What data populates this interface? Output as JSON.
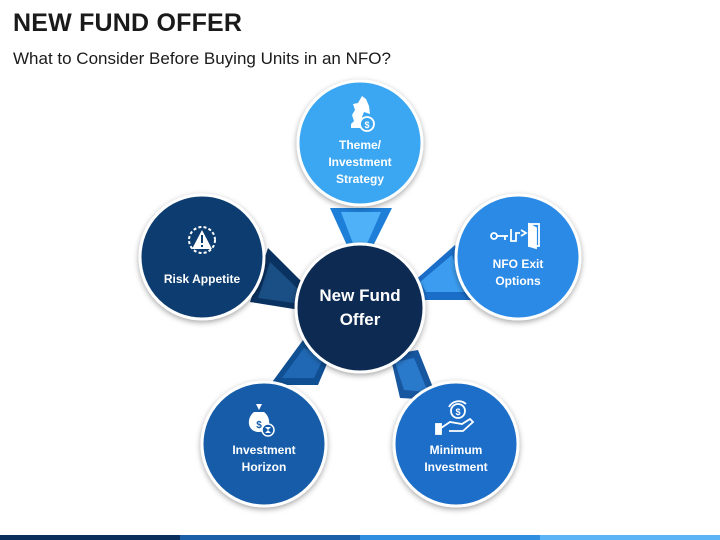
{
  "title": "NEW FUND OFFER",
  "subtitle": "What to Consider Before Buying Units in an NFO?",
  "center": {
    "line1": "New Fund",
    "line2": "Offer"
  },
  "nodes": {
    "theme": {
      "lines": [
        "Theme/",
        "Investment",
        "Strategy"
      ],
      "icon": "chess-knight-coin-icon",
      "color": "#3aa6f2"
    },
    "exit": {
      "lines": [
        "NFO Exit",
        "Options"
      ],
      "icon": "key-door-exit-icon",
      "color": "#2a8ae6"
    },
    "minimum": {
      "lines": [
        "Minimum",
        "Investment"
      ],
      "icon": "hand-coin-icon",
      "color": "#1a6ec8"
    },
    "horizon": {
      "lines": [
        "Investment",
        "Horizon"
      ],
      "icon": "money-bag-hourglass-icon",
      "color": "#135ba8"
    },
    "risk": {
      "lines": [
        "Risk Appetite"
      ],
      "icon": "warning-sun-icon",
      "color": "#0d3e70"
    }
  },
  "colors": {
    "center": "#0b2c52",
    "border": "#ffffff"
  }
}
